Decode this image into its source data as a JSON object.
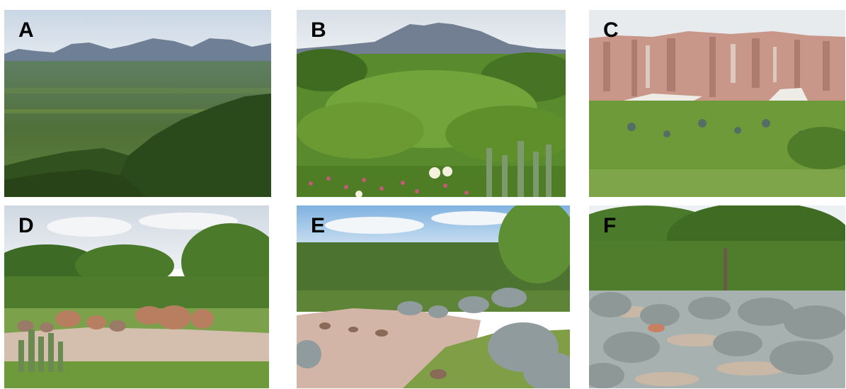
{
  "panels": [
    {
      "id": "A",
      "label": "A"
    },
    {
      "id": "B",
      "label": "B"
    },
    {
      "id": "C",
      "label": "C"
    },
    {
      "id": "D",
      "label": "D"
    },
    {
      "id": "E",
      "label": "E"
    },
    {
      "id": "F",
      "label": "F"
    }
  ],
  "colors": {
    "sky": "#dfe6ee",
    "distant_mountain": "#6f8096",
    "far_forest": "#4f6a40",
    "dense_forest": "#2a4a1c",
    "shrub": "#6e9a3a",
    "rock_cliff": "#c9968a",
    "granite": "#d7c2b0",
    "bromeliad": "#9aa3a3",
    "grass": "#7f9e45"
  }
}
